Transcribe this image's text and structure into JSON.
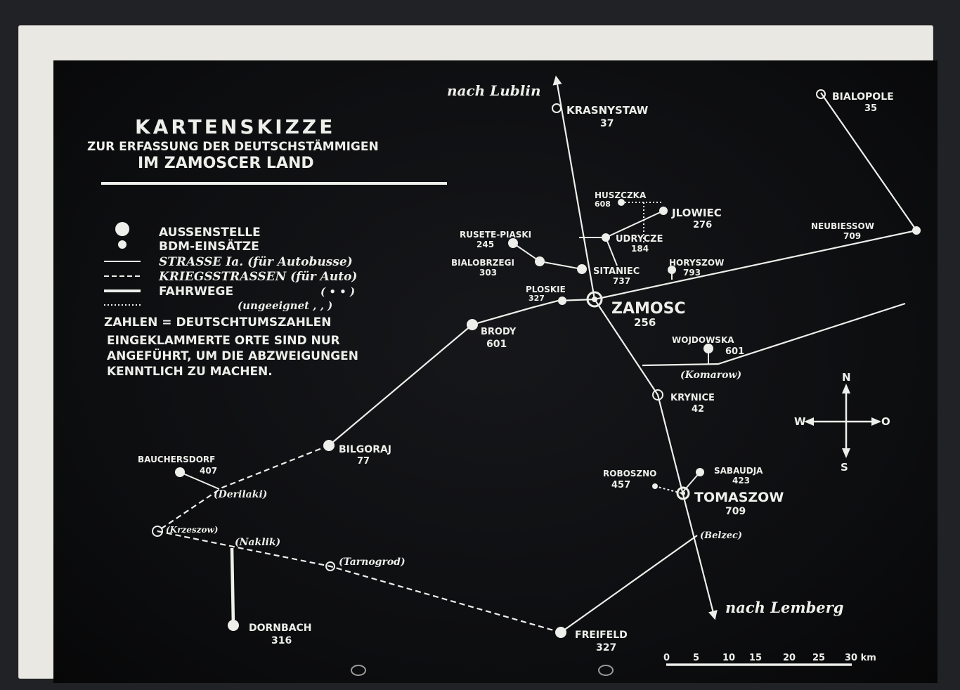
{
  "title": {
    "line1": "KARTENSKIZZE",
    "line2": "ZUR ERFASSUNG DER DEUTSCHSTÄMMIGEN",
    "line3": "IM ZAMOSCER LAND"
  },
  "legend": {
    "items": [
      {
        "symbol": "large-dot",
        "label": "AUSSENSTELLE"
      },
      {
        "symbol": "small-dot",
        "label": "BDM-EINSÄTZE"
      },
      {
        "symbol": "thin-line",
        "label": "STRASSE Ia. (für Autobusse)"
      },
      {
        "symbol": "dashed-line",
        "label": "KRIEGSSTRASSEN (für Auto)"
      },
      {
        "symbol": "thick-line",
        "label": "FAHRWEGE"
      },
      {
        "symbol": "dotted-line",
        "label": "(ungeeignet)"
      }
    ],
    "fahrwege_note": "( • • )",
    "ungeeignet_note": "(ungeeignet ,  , )",
    "numbers_note": "ZAHLEN = DEUTSCHTUMSZAHLEN",
    "bracket_note": [
      "EINGEKLAMMERTE ORTE SIND NUR",
      "ANGEFÜHRT, UM DIE ABZWEIGUNGEN",
      "KENNTLICH ZU MACHEN."
    ]
  },
  "directions": {
    "north_label": "nach Lublin",
    "south_label": "nach Lemberg"
  },
  "places": [
    {
      "id": "krasnystaw",
      "name": "KRASNYSTAW",
      "count": "37"
    },
    {
      "id": "bialopole",
      "name": "BIALOPOLE",
      "count": "35"
    },
    {
      "id": "huszczka",
      "name": "HUSZCZKA",
      "count": "608"
    },
    {
      "id": "jlowiec",
      "name": "JLOWIEC",
      "count": "276"
    },
    {
      "id": "neubiessow",
      "name": "NEUBIESSOW",
      "count": "709"
    },
    {
      "id": "rusete-piaski",
      "name": "RUSETE-PIASKI",
      "count": "245"
    },
    {
      "id": "udrycze",
      "name": "UDRYCZE",
      "count": "184"
    },
    {
      "id": "bialobrzegi",
      "name": "BIALOBRZEGI",
      "count": "303"
    },
    {
      "id": "sitaniec",
      "name": "SITANIEC",
      "count": "737"
    },
    {
      "id": "horyszow",
      "name": "HORYSZOW",
      "count": "793"
    },
    {
      "id": "ploskie",
      "name": "PLOSKIE",
      "count": "327"
    },
    {
      "id": "zamosc",
      "name": "ZAMOSC",
      "count": "256"
    },
    {
      "id": "brody",
      "name": "BRODY",
      "count": "601"
    },
    {
      "id": "wojdowska",
      "name": "WOJDOWSKA",
      "count": "601"
    },
    {
      "id": "komarow",
      "name": "(Komarow)",
      "count": ""
    },
    {
      "id": "krynice",
      "name": "KRYNICE",
      "count": "42"
    },
    {
      "id": "bilgoraj",
      "name": "BILGORAJ",
      "count": "77"
    },
    {
      "id": "bauchersdorf",
      "name": "BAUCHERSDORF",
      "count": "407"
    },
    {
      "id": "dereliaki",
      "name": "(Derilaki)",
      "count": ""
    },
    {
      "id": "roboszno",
      "name": "ROBOSZNO",
      "count": "457"
    },
    {
      "id": "sabaudja",
      "name": "SABAUDJA",
      "count": "423"
    },
    {
      "id": "tomaszow",
      "name": "TOMASZOW",
      "count": "709"
    },
    {
      "id": "krzeszow",
      "name": "(Krzeszow)",
      "count": ""
    },
    {
      "id": "naklik",
      "name": "(Naklik)",
      "count": ""
    },
    {
      "id": "tarnogrod",
      "name": "(Tarnogrod)",
      "count": ""
    },
    {
      "id": "belzec",
      "name": "(Belzec)",
      "count": ""
    },
    {
      "id": "dornbach",
      "name": "DORNBACH",
      "count": "316"
    },
    {
      "id": "freifeld",
      "name": "FREIFELD",
      "count": "327"
    }
  ],
  "compass": {
    "n": "N",
    "s": "S",
    "w": "W",
    "o": "O"
  },
  "scale": {
    "ticks": [
      "0",
      "5",
      "10",
      "15",
      "20",
      "25",
      "30 km"
    ]
  },
  "colors": {
    "chalk": "#eeeeea",
    "board": "#0d0e10",
    "paper": "#e9e8e3"
  }
}
